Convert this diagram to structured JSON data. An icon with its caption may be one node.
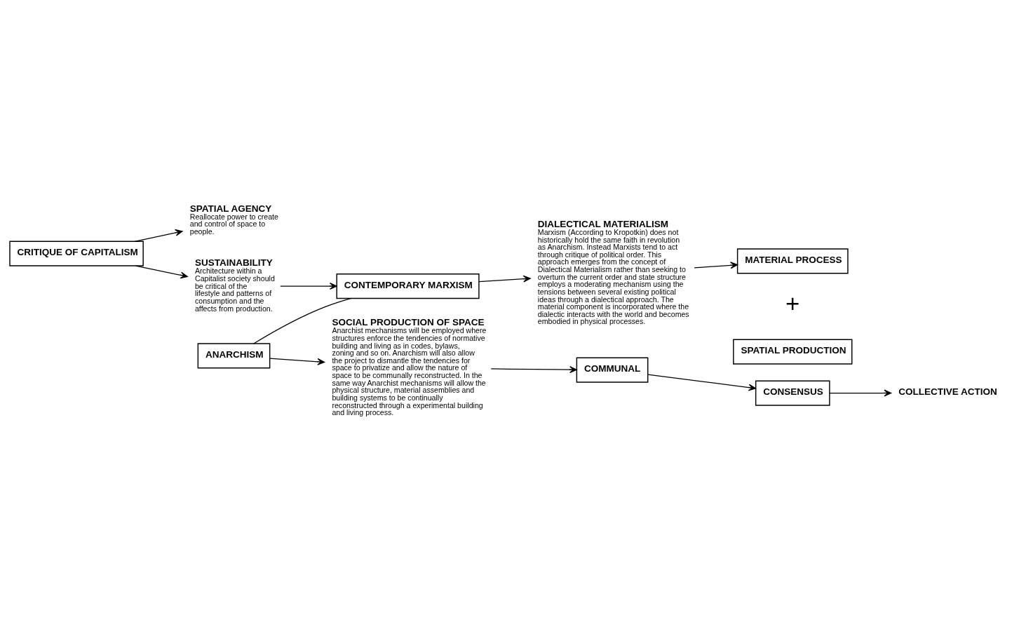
{
  "diagram": {
    "nodes": [
      {
        "text": [
          "CRITIQUE OF CAPITALISM"
        ]
      },
      {
        "text": [
          "SPATIAL AGENCY",
          "Reallocate power to create and control of space to people."
        ]
      },
      {
        "text": [
          "SUSTAINABILITY",
          "Architecture within a Capitalist society should be critical of the lifestyle and patterns of consumption and the affects from production."
        ]
      },
      {
        "text": [
          "ANARCHISM"
        ]
      },
      {
        "text": [
          "SOCIAL PRODUCTION OF SPACE",
          "Anarchist mechanisms will be employed where structures enforce the tendencies of normative building and living as in codes, bylaws, zoning and so on. Anarchism will also allow the project to dismantle the tendencies for space to privatize and allow the nature of space to be communally reconstructed. In the same way Anarchist mechanisms will allow the physical structure, material assemblies and building systems to be continually reconstructed through a experimental building and living process."
        ]
      },
      {
        "text": [
          "CONTEMPORARY MARXISM"
        ]
      },
      {
        "text": [
          "DIALECTICAL MATERIALISM",
          "Marxism (According to Kropotkin) does not historically hold the same faith in revolution as Anarchism. Instead Marxists tend to act through critique of political order. This approach emerges from the concept of Dialectical Materialism rather than seeking to overturn the current order and state structure employs a moderating mechanism using the tensions between several existing political ideas through a dialectical approach. The material component is incorporated where the dialectic interacts with the world and becomes embodied in physical processes."
        ]
      },
      {
        "text": [
          "COMMUNAL"
        ]
      },
      {
        "text": [
          "CONSENSUS"
        ]
      },
      {
        "text": [
          "COLLECTIVE ACTION"
        ]
      },
      {
        "text": [
          "MATERIAL PROCESS"
        ]
      },
      {
        "text": [
          "SPATIAL PRODUCTION"
        ]
      }
    ],
    "edges": [
      {
        "from": 0,
        "to": 1,
        "arrow": "to"
      },
      {
        "from": 0,
        "to": 2,
        "arrow": "to"
      },
      {
        "from": 3,
        "to": 4,
        "arrow": "to"
      },
      {
        "from": 3,
        "to": 5,
        "arrow": "none"
      },
      {
        "from": 5,
        "to": 6,
        "arrow": "to"
      },
      {
        "from": 7,
        "to": 8,
        "arrow": "to"
      },
      {
        "from": 8,
        "to": 9,
        "arrow": "to"
      },
      {
        "from": 2,
        "to": 5,
        "arrow": "to"
      },
      {
        "from": 4,
        "to": 7,
        "arrow": "to"
      },
      {
        "from": 6,
        "to": 10,
        "arrow": "to"
      }
    ],
    "labels": [
      "+"
    ]
  }
}
